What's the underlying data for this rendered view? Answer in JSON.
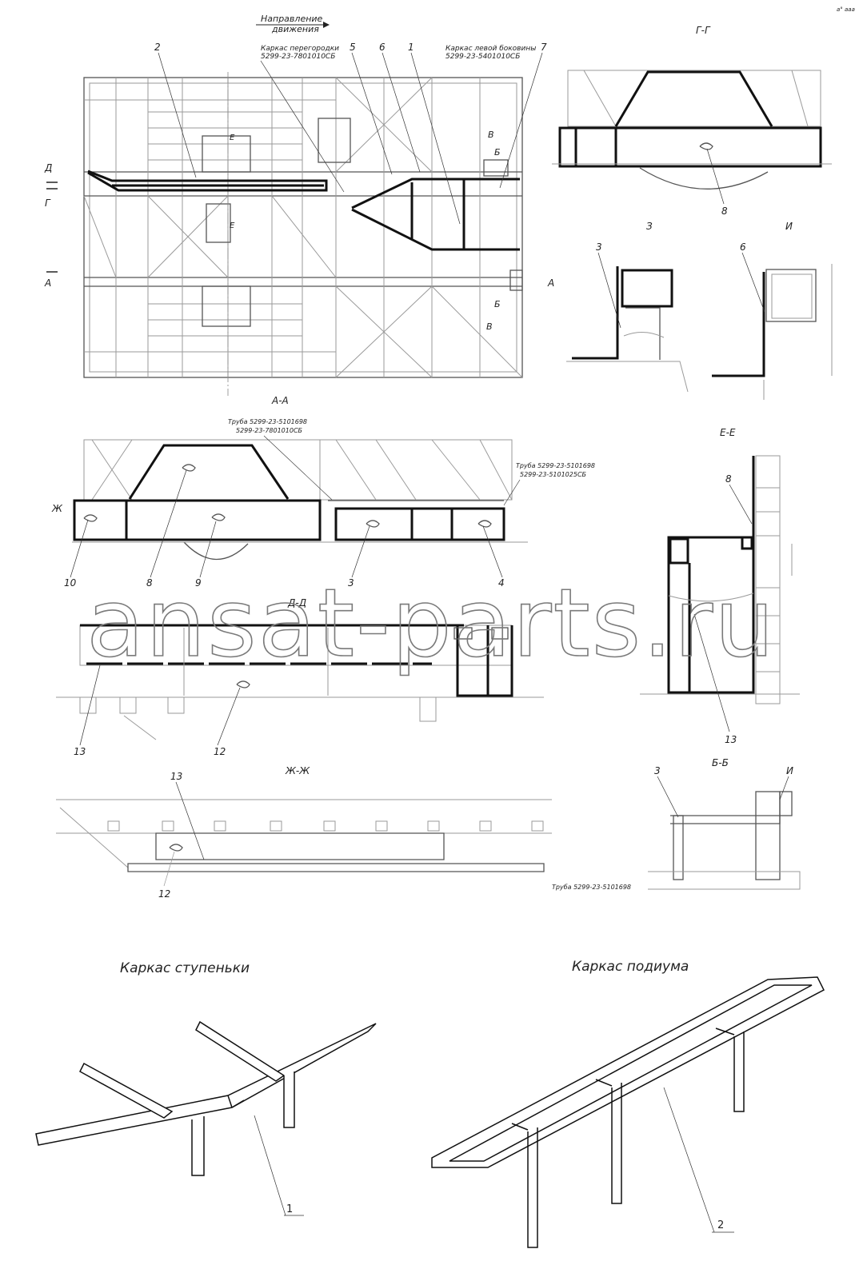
{
  "corner_mark": "а° ааа",
  "top_view": {
    "direction_label_1": "Направление",
    "direction_label_2": "движения",
    "partition_label": "Каркас перегородки",
    "partition_code": "5299-23-7801010СБ",
    "sidewall_label": "Каркас левой боковины",
    "sidewall_code": "5299-23-5401010СБ",
    "callouts": [
      "2",
      "5",
      "6",
      "1",
      "7"
    ],
    "section_marks": [
      "Д",
      "Г",
      "А",
      "А",
      "Б",
      "Б",
      "В",
      "В",
      "Е",
      "Е"
    ]
  },
  "section_gg": {
    "title": "Г-Г",
    "callout": "8"
  },
  "detail_z": {
    "title": "З",
    "callout": "3"
  },
  "detail_i": {
    "title": "И",
    "callout": "6"
  },
  "section_aa": {
    "title": "А-А",
    "tube_label_1": "Труба 5299-23-5101698",
    "tube_code_1": "5299-23-7801010СБ",
    "tube_label_2": "Труба 5299-23-5101698",
    "tube_code_2": "5299-23-5101025СБ",
    "mark": "Ж",
    "callouts": [
      "10",
      "8",
      "9",
      "3",
      "4"
    ]
  },
  "section_ee": {
    "title": "Е-Е",
    "callouts": [
      "8",
      "13"
    ]
  },
  "section_dd": {
    "title": "Д-Д",
    "callouts": [
      "13",
      "12"
    ]
  },
  "section_zhzh": {
    "title": "Ж-Ж",
    "callouts": [
      "13",
      "12"
    ],
    "tube_label": "Труба 5299-23-5101698"
  },
  "section_bb": {
    "title": "Б-Б",
    "callouts": [
      "3",
      "И"
    ]
  },
  "step_frame": {
    "title": "Каркас ступеньки",
    "callout": "1"
  },
  "podium_frame": {
    "title": "Каркас подиума",
    "callout": "2"
  },
  "watermark": "ansat-parts.ru"
}
